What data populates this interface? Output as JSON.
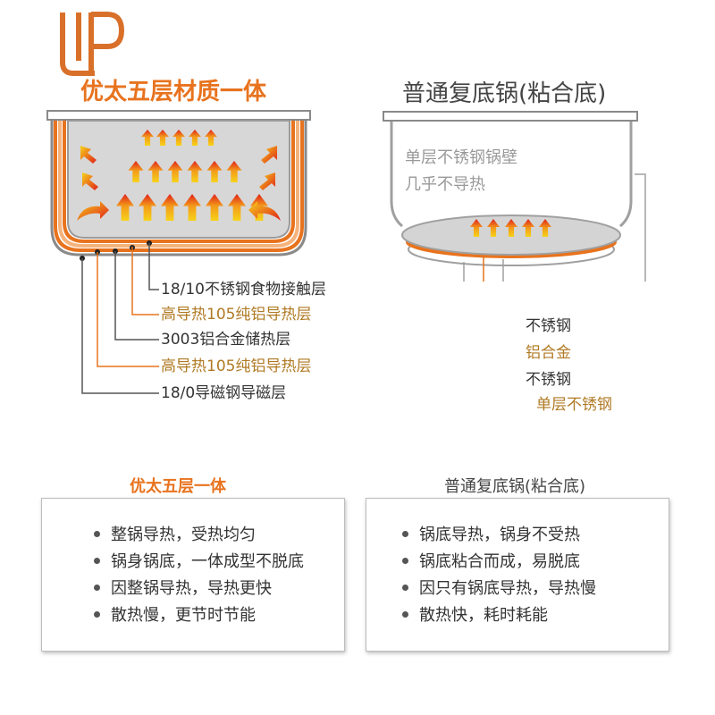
{
  "logo": {
    "icon": "up-logo-icon"
  },
  "left": {
    "title": "优太五层材质一体",
    "layers": [
      "18/10不锈钢食物接触层",
      "高导热105纯铝导热层",
      "3003铝合金储热层",
      "高导热105纯铝导热层",
      "18/0导磁钢导磁层"
    ]
  },
  "right": {
    "title": "普通复底锅(粘合底)",
    "wall_note": [
      "单层不锈钢锅壁",
      "几乎不导热"
    ],
    "layers": [
      "不锈钢",
      "铝合金",
      "不锈钢",
      "单层不锈钢"
    ]
  },
  "compare": {
    "left": {
      "title": "优太五层一体",
      "items": [
        "整锅导热，受热均匀",
        "锅身锅底，一体成型不脱底",
        "因整锅导热，导热更快",
        "散热慢，更节时节能"
      ]
    },
    "right": {
      "title": "普通复底锅(粘合底)",
      "items": [
        "锅底导热，锅身不受热",
        "锅底粘合而成，易脱底",
        "因只有锅底导热，导热慢",
        "散热快，耗时耗能"
      ]
    }
  },
  "colors": {
    "orange": "#e8731e",
    "gold": "#b07a24",
    "gray": "#888888",
    "arrow_red": "#e0201a",
    "arrow_yellow": "#f7d21a"
  }
}
